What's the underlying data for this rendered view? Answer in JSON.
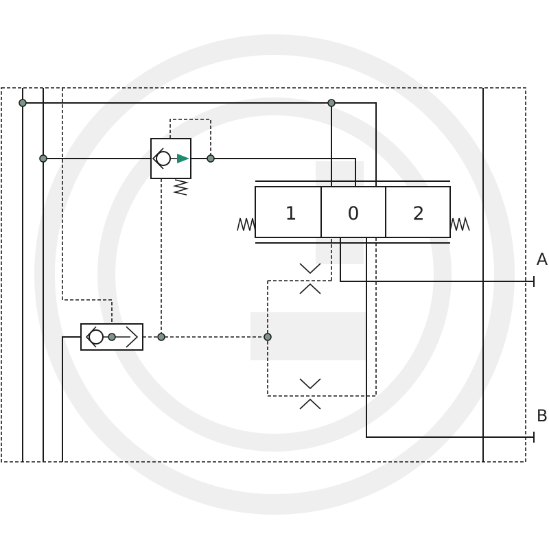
{
  "valve": {
    "positions": [
      "1",
      "0",
      "2"
    ]
  },
  "ports": {
    "a": "A",
    "b": "B"
  },
  "colors": {
    "line": "#1a1a1a",
    "junction_fill": "#7d9688",
    "arrow": "#1e8a6e",
    "watermark": "#efefef"
  }
}
